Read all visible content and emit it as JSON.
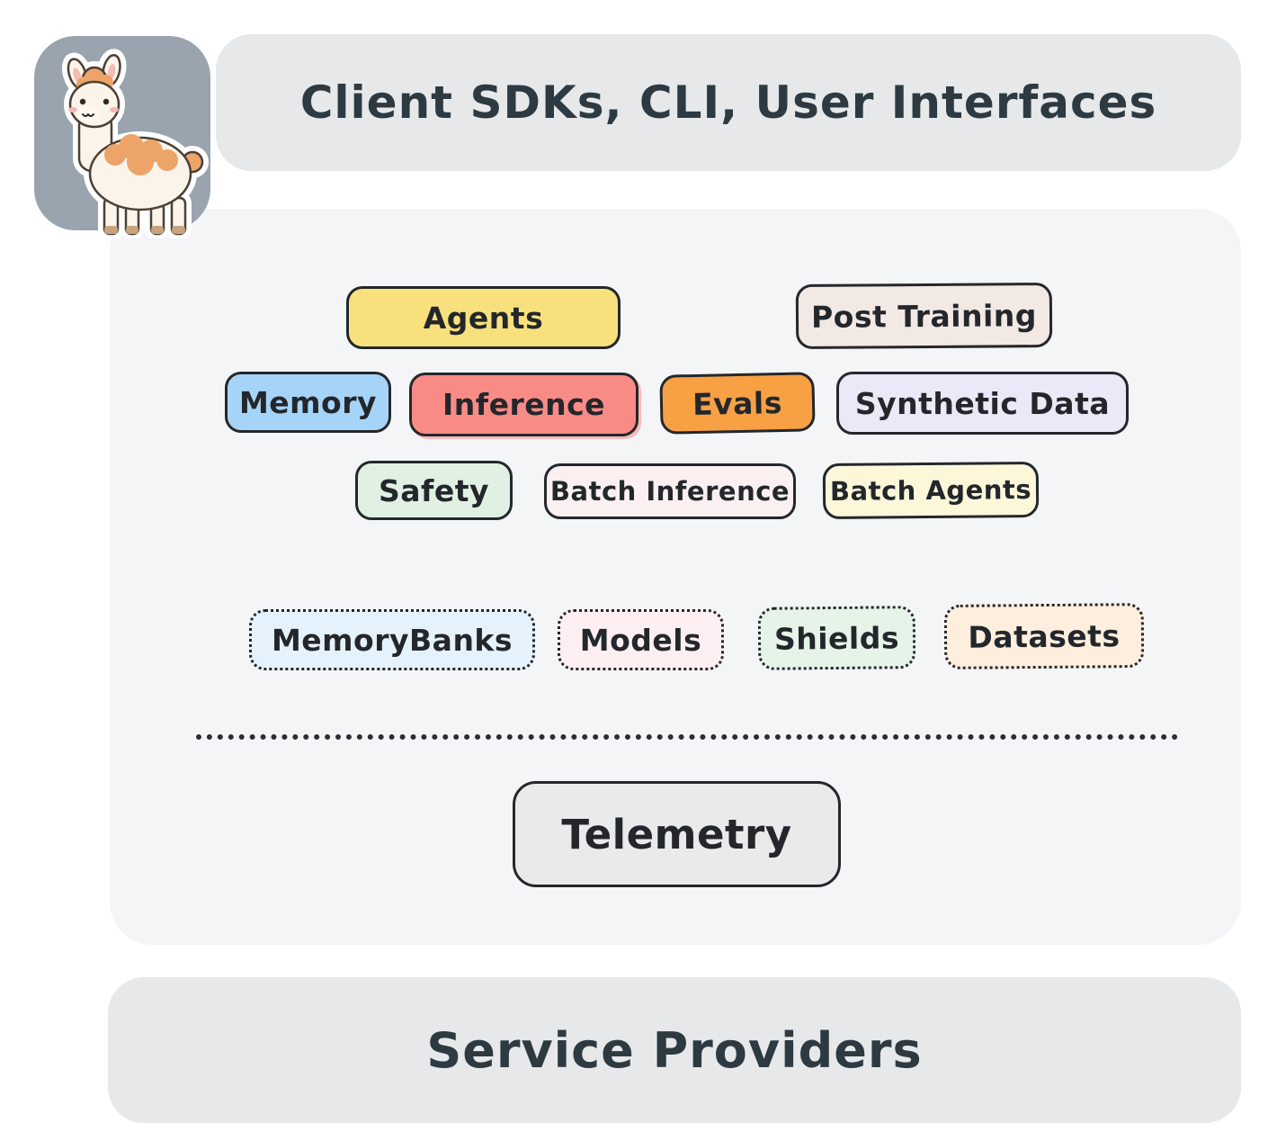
{
  "colors": {
    "canvas_bg": "#ffffff",
    "bar_bg": "#e6e8ea",
    "panel_bg": "#f4f5f7",
    "box_border": "#24272b",
    "text": "#23272b",
    "sticker_bg": "#99a4ae"
  },
  "header": {
    "label": "Client SDKs, CLI, User Interfaces"
  },
  "icons": {
    "llama_mascot": "llama-mascot-icon"
  },
  "stack": {
    "api_boxes": [
      {
        "label": "Agents",
        "bg": "#F8E17D"
      },
      {
        "label": "Post Training",
        "bg": "#F2E9E4"
      },
      {
        "label": "Memory",
        "bg": "#A6D4F8"
      },
      {
        "label": "Inference",
        "bg": "#F98B87"
      },
      {
        "label": "Evals",
        "bg": "#F8A044"
      },
      {
        "label": "Synthetic Data",
        "bg": "#EAE9F8"
      },
      {
        "label": "Safety",
        "bg": "#E0F1E4"
      },
      {
        "label": "Batch Inference",
        "bg": "#FBF0F1"
      },
      {
        "label": "Batch Agents",
        "bg": "#FDF7DA"
      }
    ],
    "resource_boxes": [
      {
        "label": "MemoryBanks",
        "bg": "#E5F2FC"
      },
      {
        "label": "Models",
        "bg": "#FDEFF1"
      },
      {
        "label": "Shields",
        "bg": "#E5F3E9"
      },
      {
        "label": "Datasets",
        "bg": "#FDEEDD"
      }
    ],
    "telemetry": {
      "label": "Telemetry",
      "bg": "#E9EAEA"
    }
  },
  "footer": {
    "label": "Service Providers"
  }
}
